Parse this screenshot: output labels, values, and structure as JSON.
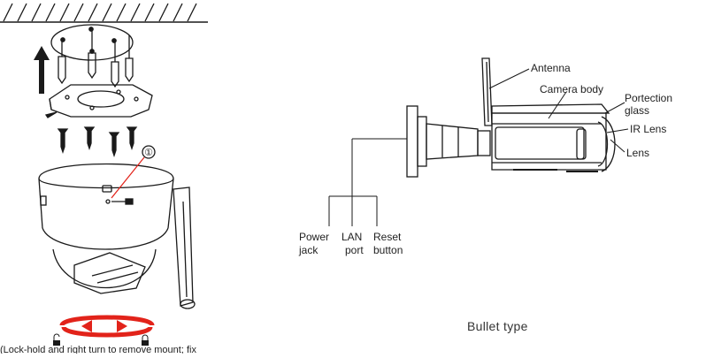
{
  "dome": {
    "callout_number": "①",
    "bottom_text": "(Lock-hold and right turn to remove mount; fix",
    "rotation_arrow_color": "#e2231a"
  },
  "bullet": {
    "labels": {
      "antenna": "Antenna",
      "camera_body": "Camera body",
      "protection_glass_line1": "Portection",
      "protection_glass_line2": "glass",
      "ir_lens": "IR Lens",
      "lens": "Lens",
      "power_jack_line1": "Power",
      "power_jack_line2": "jack",
      "lan_port_line1": "LAN",
      "lan_port_line2": "port",
      "reset_button_line1": "Reset",
      "reset_button_line2": "button"
    },
    "caption": "Bullet type"
  }
}
